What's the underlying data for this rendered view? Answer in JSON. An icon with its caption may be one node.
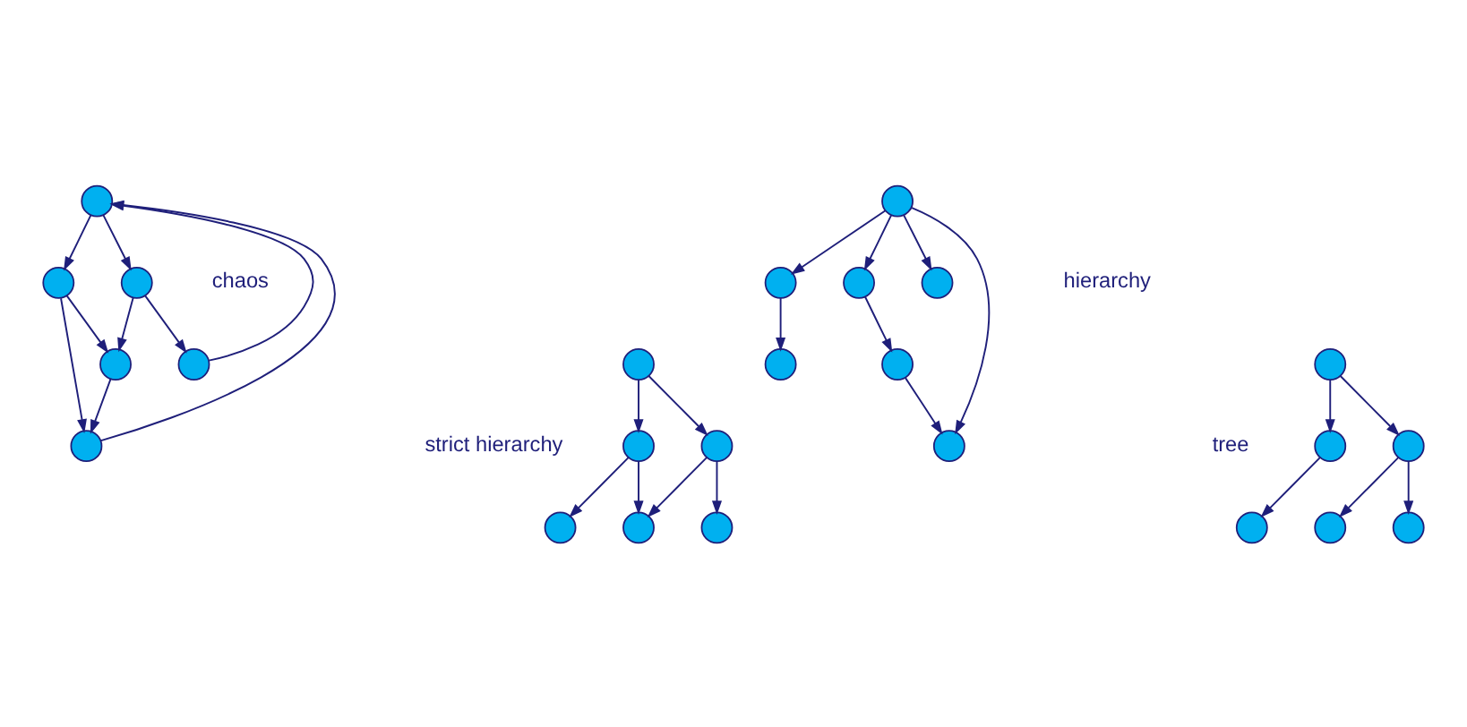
{
  "diagram": {
    "nodes": [
      {
        "text": [],
        "shape": "circle"
      },
      {
        "text": [],
        "shape": "circle"
      },
      {
        "text": [],
        "shape": "circle"
      },
      {
        "text": [],
        "shape": "circle"
      },
      {
        "text": [],
        "shape": "circle"
      },
      {
        "text": [],
        "shape": "circle"
      },
      {
        "text": [],
        "shape": "circle"
      },
      {
        "text": [],
        "shape": "circle"
      },
      {
        "text": [],
        "shape": "circle"
      },
      {
        "text": [],
        "shape": "circle"
      },
      {
        "text": [],
        "shape": "circle"
      },
      {
        "text": [],
        "shape": "circle"
      },
      {
        "text": [],
        "shape": "circle"
      },
      {
        "text": [],
        "shape": "circle"
      },
      {
        "text": [],
        "shape": "circle"
      },
      {
        "text": [],
        "shape": "circle"
      },
      {
        "text": [],
        "shape": "circle"
      },
      {
        "text": [],
        "shape": "circle"
      },
      {
        "text": [],
        "shape": "circle"
      },
      {
        "text": [],
        "shape": "circle"
      },
      {
        "text": [],
        "shape": "circle"
      },
      {
        "text": [],
        "shape": "circle"
      },
      {
        "text": [],
        "shape": "circle"
      },
      {
        "text": [],
        "shape": "circle"
      },
      {
        "text": [],
        "shape": "circle"
      }
    ],
    "edges": [
      {
        "from": 0,
        "to": 1,
        "arrow": "to"
      },
      {
        "from": 0,
        "to": 2,
        "arrow": "to"
      },
      {
        "from": 1,
        "to": 3,
        "arrow": "to"
      },
      {
        "from": 1,
        "to": 4,
        "arrow": "to"
      },
      {
        "from": 2,
        "to": 4,
        "arrow": "to"
      },
      {
        "from": 2,
        "to": 5,
        "arrow": "to"
      },
      {
        "from": 3,
        "to": 0,
        "arrow": "to"
      },
      {
        "from": 4,
        "to": 5,
        "arrow": "to"
      },
      {
        "from": 5,
        "to": 0,
        "arrow": "to"
      },
      {
        "from": 6,
        "to": 7,
        "arrow": "to"
      },
      {
        "from": 6,
        "to": 9,
        "arrow": "to"
      },
      {
        "from": 6,
        "to": 12,
        "arrow": "to"
      },
      {
        "from": 6,
        "to": 8,
        "arrow": "to"
      },
      {
        "from": 7,
        "to": 10,
        "arrow": "to"
      },
      {
        "from": 10,
        "to": 12,
        "arrow": "to"
      },
      {
        "from": 8,
        "to": 11,
        "arrow": "to"
      },
      {
        "from": 13,
        "to": 14,
        "arrow": "to"
      },
      {
        "from": 13,
        "to": 15,
        "arrow": "to"
      },
      {
        "from": 14,
        "to": 16,
        "arrow": "to"
      },
      {
        "from": 14,
        "to": 17,
        "arrow": "to"
      },
      {
        "from": 15,
        "to": 17,
        "arrow": "to"
      },
      {
        "from": 15,
        "to": 18,
        "arrow": "to"
      },
      {
        "from": 19,
        "to": 20,
        "arrow": "to"
      },
      {
        "from": 19,
        "to": 21,
        "arrow": "to"
      },
      {
        "from": 20,
        "to": 22,
        "arrow": "to"
      },
      {
        "from": 21,
        "to": 23,
        "arrow": "to"
      },
      {
        "from": 21,
        "to": 24,
        "arrow": "to"
      }
    ],
    "labels": [
      "chaos",
      "hierarchy",
      "strict hierarchy",
      "tree"
    ]
  }
}
